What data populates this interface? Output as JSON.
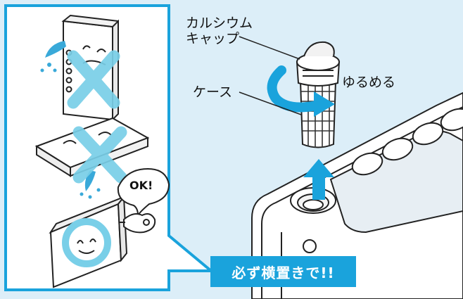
{
  "labels": {
    "calcium_cap": [
      "カルシウム",
      "キャップ"
    ],
    "case": "ケース",
    "loosen": "ゆるめる",
    "ok_bubble": "OK!"
  },
  "banner": {
    "text": "必ず横置きで!!"
  },
  "colors": {
    "background": "#dceef8",
    "accent_blue": "#1aa3dc",
    "cross_blue": "#79cfe8",
    "water_blue": "#39a9d9",
    "outline": "#222222"
  },
  "icons": [
    "cross-icon",
    "cross-icon",
    "circle-ok-icon",
    "ok-hand-icon",
    "rotate-arrow-icon",
    "up-arrow-icon",
    "water-drops-icon"
  ]
}
